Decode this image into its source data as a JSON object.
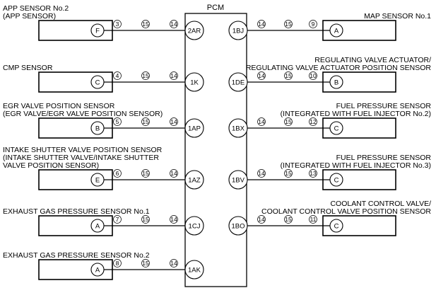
{
  "pcm": {
    "label": "PCM"
  },
  "left_connections": [
    {
      "title": [
        "APP SENSOR No.2",
        "(APP SENSOR)"
      ],
      "terminal": "F",
      "wire_num": "3",
      "mark_a": "15",
      "mark_b": "14",
      "pin": "2AR"
    },
    {
      "title": [
        "CMP SENSOR"
      ],
      "terminal": "C",
      "wire_num": "4",
      "mark_a": "15",
      "mark_b": "14",
      "pin": "1K"
    },
    {
      "title": [
        "EGR VALVE POSITION SENSOR",
        "(EGR VALVE/EGR VALVE POSITION SENSOR)"
      ],
      "terminal": "B",
      "wire_num": "5",
      "mark_a": "15",
      "mark_b": "14",
      "pin": "1AP"
    },
    {
      "title": [
        "INTAKE SHUTTER VALVE POSITION SENSOR",
        "(INTAKE SHUTTER VALVE/INTAKE SHUTTER",
        "VALVE POSITION SENSOR)"
      ],
      "terminal": "E",
      "wire_num": "6",
      "mark_a": "15",
      "mark_b": "14",
      "pin": "1AZ"
    },
    {
      "title": [
        "EXHAUST GAS PRESSURE SENSOR No.1"
      ],
      "terminal": "A",
      "wire_num": "7",
      "mark_a": "15",
      "mark_b": "14",
      "pin": "1CJ"
    },
    {
      "title": [
        "EXHAUST GAS PRESSURE SENSOR No.2"
      ],
      "terminal": "A",
      "wire_num": "8",
      "mark_a": "15",
      "mark_b": "14",
      "pin": "1AK"
    }
  ],
  "right_connections": [
    {
      "title": [
        "MAP SENSOR No.1"
      ],
      "terminal": "A",
      "wire_num": "9",
      "mark_a": "15",
      "mark_b": "14",
      "pin": "1BJ"
    },
    {
      "title": [
        "REGULATING VALVE ACTUATOR/",
        "REGULATING VALVE ACTUATOR POSITION SENSOR"
      ],
      "terminal": "B",
      "wire_num": "10",
      "mark_a": "15",
      "mark_b": "14",
      "pin": "1DE"
    },
    {
      "title": [
        "FUEL PRESSURE SENSOR",
        "(INTEGRATED WITH FUEL INJECTOR No.2)"
      ],
      "terminal": "C",
      "wire_num": "12",
      "mark_a": "15",
      "mark_b": "14",
      "pin": "1BX"
    },
    {
      "title": [
        "FUEL PRESSURE SENSOR",
        "(INTEGRATED WITH FUEL INJECTOR No.3)"
      ],
      "terminal": "C",
      "wire_num": "13",
      "mark_a": "15",
      "mark_b": "14",
      "pin": "1BV"
    },
    {
      "title": [
        "COOLANT CONTROL VALVE/",
        "COOLANT CONTROL VALVE POSITION SENSOR"
      ],
      "terminal": "C",
      "wire_num": "11",
      "mark_a": "15",
      "mark_b": "14",
      "pin": "1BO"
    }
  ]
}
